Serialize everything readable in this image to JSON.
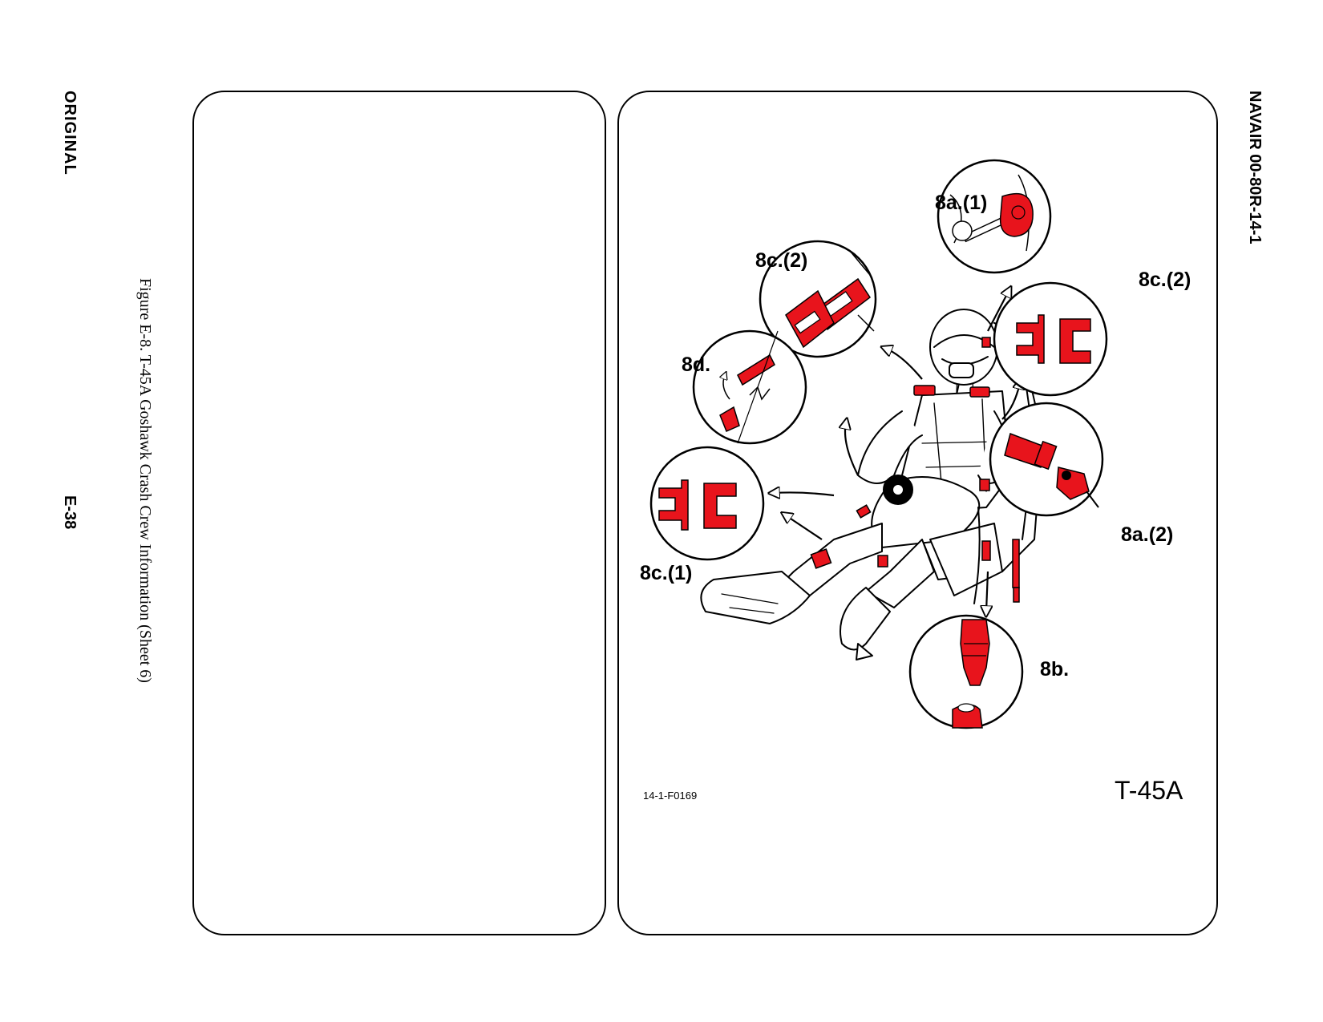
{
  "margin": {
    "left_top": "ORIGINAL",
    "left_bottom": "E-38",
    "caption": "Figure E-8.  T-45A Goshawk Crash Crew Information (Sheet 6)",
    "right_top": "NAVAIR 00-80R-14-1"
  },
  "illustration": {
    "callouts": {
      "a1": "8a.(1)",
      "c2_top": "8c.(2)",
      "c2_right": "8c.(2)",
      "d": "8d.",
      "a2": "8a.(2)",
      "c1": "8c.(1)",
      "b": "8b."
    },
    "figure_code": "14-1-F0169",
    "aircraft_model": "T-45A"
  },
  "colors": {
    "highlight": "#e8141c",
    "line": "#000000",
    "background": "#ffffff"
  }
}
